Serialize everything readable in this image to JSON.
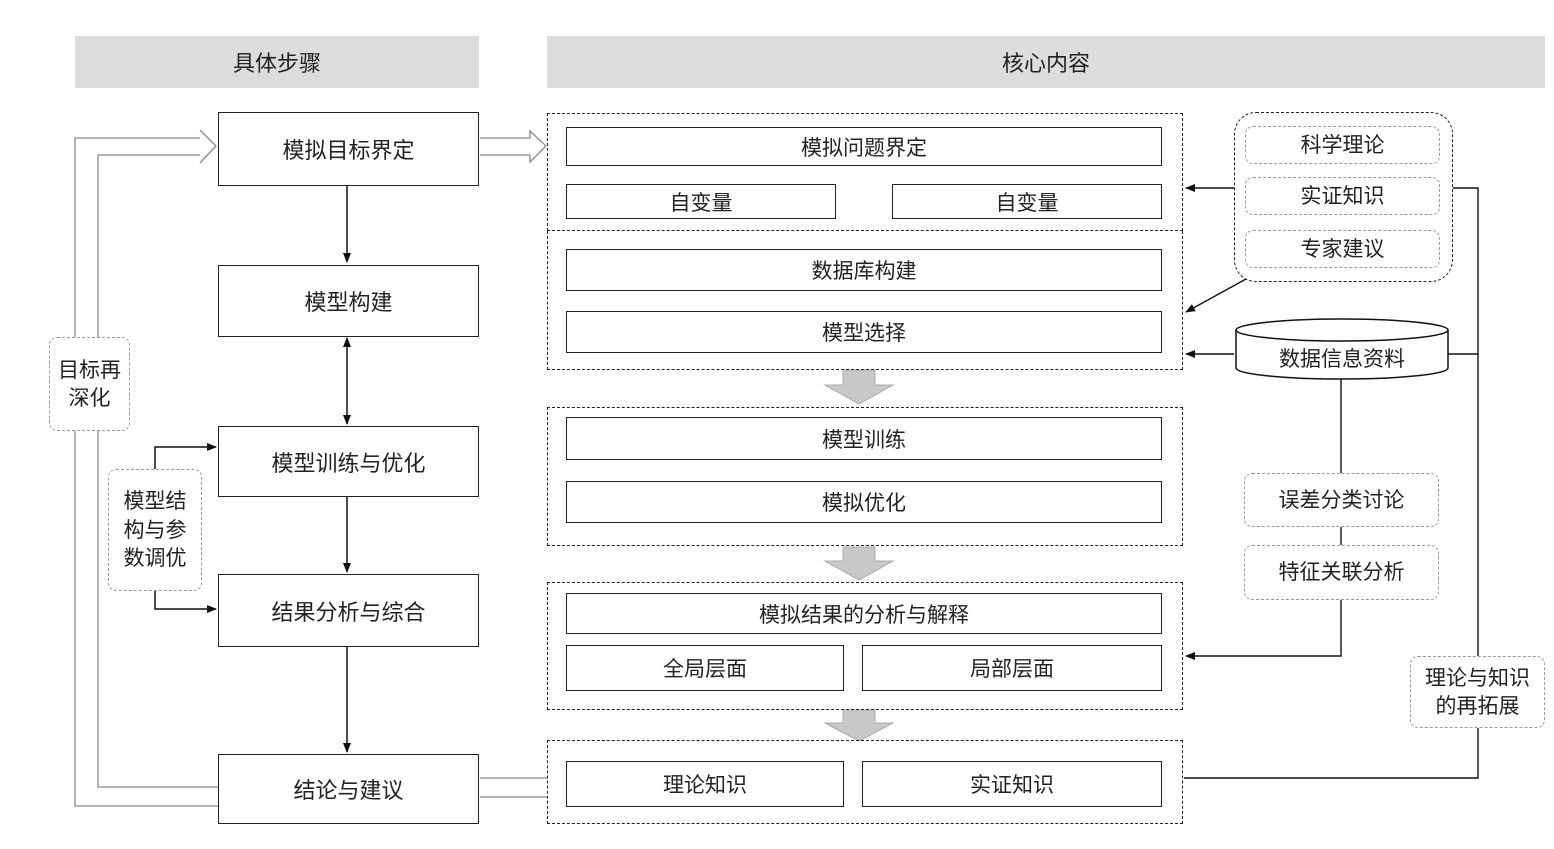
{
  "headers": {
    "left": "具体步骤",
    "right": "核心内容"
  },
  "steps": [
    "模拟目标界定",
    "模型构建",
    "模型训练与优化",
    "结果分析与综合",
    "结论与建议"
  ],
  "side_labels": {
    "goal_refine": [
      "目标再",
      "深化"
    ],
    "tuning": [
      "模型结",
      "构与参",
      "数调优"
    ]
  },
  "content": {
    "problem": "模拟问题界定",
    "var_left": "自变量",
    "var_right": "自变量",
    "database": "数据库构建",
    "model_select": "模型选择",
    "train": "模型训练",
    "optimize": "模拟优化",
    "analysis": "模拟结果的分析与解释",
    "global": "全局层面",
    "local": "局部层面",
    "theory": "理论知识",
    "empirical": "实证知识"
  },
  "knowledge": [
    "科学理论",
    "实证知识",
    "专家建议"
  ],
  "data_info": "数据信息资料",
  "error_discussion": "误差分类讨论",
  "feature_analysis": "特征关联分析",
  "extension": [
    "理论与知识",
    "的再拓展"
  ]
}
